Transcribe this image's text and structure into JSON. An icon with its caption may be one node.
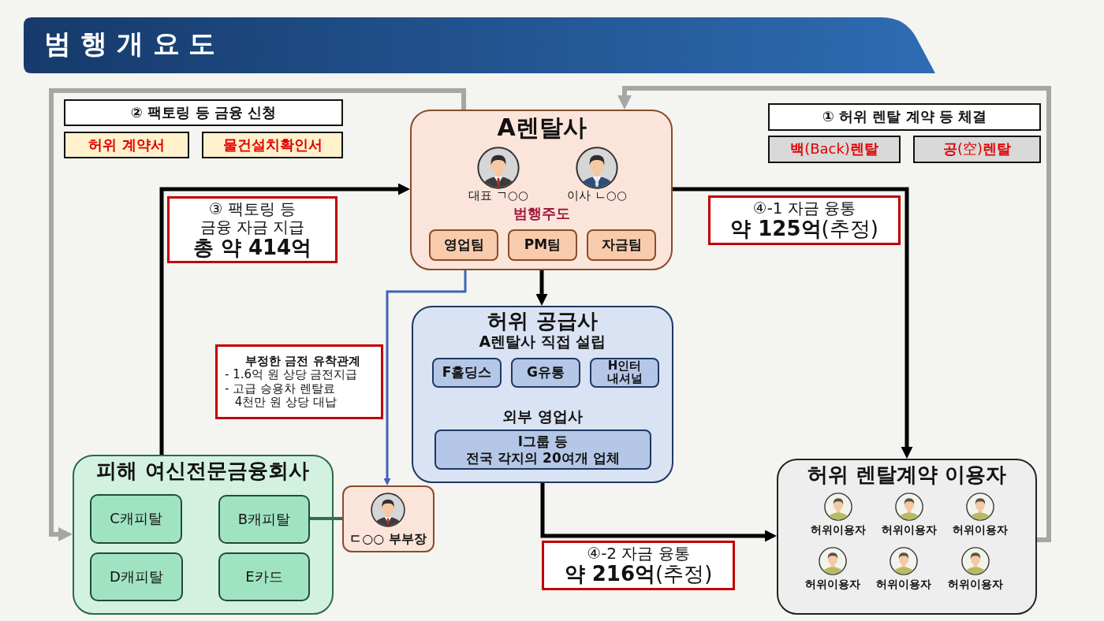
{
  "diagram": {
    "title": "범 행 개 요 도",
    "nodes": [
      {
        "text": [
          "② 팩토링 등 금융 신청"
        ]
      },
      {
        "text": [
          "허위 계약서"
        ]
      },
      {
        "text": [
          "물건설치확인서"
        ]
      },
      {
        "text": [
          "A렌탈사",
          "대표 ㄱ○○",
          "이사 ㄴ○○",
          "범행주도"
        ]
      },
      {
        "text": [
          "영업팀"
        ],
        "in": 3
      },
      {
        "text": [
          "PM팀"
        ],
        "in": 3
      },
      {
        "text": [
          "자금팀"
        ],
        "in": 3
      },
      {
        "text": [
          "① 허위 렌탈 계약 등 체결"
        ]
      },
      {
        "text": [
          "**백**(Back)**렌탈**"
        ]
      },
      {
        "text": [
          "**공**(空)**렌탈**"
        ]
      },
      {
        "text": [
          "③ 팩토링 등 금융 자금 지급",
          "총 약 414억"
        ]
      },
      {
        "text": [
          "④-1 자금 융통",
          "**약 125억**(추정)"
        ]
      },
      {
        "text": [
          "허위 공급사",
          "A렌탈사 직접 설립",
          "외부 영업사"
        ]
      },
      {
        "text": [
          "F홀딩스"
        ],
        "in": 12
      },
      {
        "text": [
          "G유통"
        ],
        "in": 12
      },
      {
        "text": [
          "H인터 내셔널"
        ],
        "in": 12
      },
      {
        "text": [
          "I그룹 등 전국 각지의 20여개 업체"
        ],
        "in": 12
      },
      {
        "text": [
          "부정한 금전 유착관계",
          "- 1.6억 원 상당 금전지급",
          "- 고급 승용차 렌탈료 4천만 원 상당 대납"
        ]
      },
      {
        "text": [
          "피해 여신전문금융회사"
        ]
      },
      {
        "text": [
          "C캐피탈"
        ],
        "in": 18
      },
      {
        "text": [
          "B캐피탈"
        ],
        "in": 18
      },
      {
        "text": [
          "D캐피탈"
        ],
        "in": 18
      },
      {
        "text": [
          "E카드"
        ],
        "in": 18
      },
      {
        "text": [
          "ㄷ○○ 부부장"
        ]
      },
      {
        "text": [
          "허위 렌탈계약 이용자",
          "허위이용자",
          "허위이용자",
          "허위이용자",
          "허위이용자",
          "허위이용자",
          "허위이용자"
        ]
      },
      {
        "text": [
          "④-2 자금 융통",
          "**약 216억**(추정)"
        ]
      }
    ],
    "edges": [
      {
        "from": 3,
        "to": 18,
        "arrow": "to",
        "color": "#a6a6a6"
      },
      {
        "from": 24,
        "to": 3,
        "arrow": "to",
        "color": "#a6a6a6"
      },
      {
        "from": 18,
        "to": 3,
        "arrow": "to"
      },
      {
        "from": 3,
        "to": 24,
        "arrow": "to"
      },
      {
        "from": 3,
        "to": 12,
        "arrow": "to"
      },
      {
        "from": 12,
        "to": 24,
        "arrow": "to"
      },
      {
        "from": 3,
        "to": 23,
        "arrow": "to",
        "color": "#3f63b5"
      },
      {
        "from": 20,
        "to": 23,
        "arrow": "none",
        "color": "#2e7050"
      }
    ]
  }
}
